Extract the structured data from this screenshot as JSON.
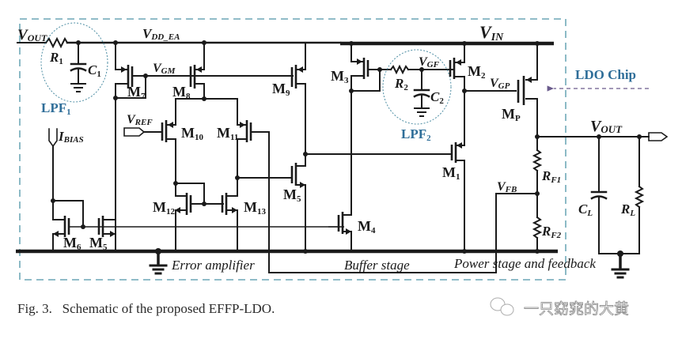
{
  "figure": {
    "caption": "Fig. 3.   Schematic of the proposed EFFP-LDO.",
    "watermark": "一只窈窕的大黄",
    "watermark_icon": "chat-bubbles-icon",
    "colors": {
      "wire": "#1a1a1a",
      "chip_boundary": "#4e95a8",
      "filter_label": "#2f6e99",
      "arrow": "#6a5b8c"
    }
  },
  "nodes": {
    "vout_in": {
      "main": "V",
      "sub": "OUT"
    },
    "vdd_ea": {
      "main": "V",
      "sub": "DD_EA"
    },
    "vgm": {
      "main": "V",
      "sub": "GM"
    },
    "vref": {
      "main": "V",
      "sub": "REF"
    },
    "ibias": {
      "main": "I",
      "sub": "BIAS"
    },
    "vin": {
      "main": "V",
      "sub": "IN"
    },
    "vgf": {
      "main": "V",
      "sub": "GF"
    },
    "vgp": {
      "main": "V",
      "sub": "GP"
    },
    "vfb": {
      "main": "V",
      "sub": "FB"
    },
    "vout": {
      "main": "V",
      "sub": "OUT"
    }
  },
  "transistors": [
    {
      "id": "M7",
      "main": "M",
      "sub": "7"
    },
    {
      "id": "M8",
      "main": "M",
      "sub": "8"
    },
    {
      "id": "M9",
      "main": "M",
      "sub": "9"
    },
    {
      "id": "M10",
      "main": "M",
      "sub": "10"
    },
    {
      "id": "M11",
      "main": "M",
      "sub": "11"
    },
    {
      "id": "M12",
      "main": "M",
      "sub": "12"
    },
    {
      "id": "M13",
      "main": "M",
      "sub": "13"
    },
    {
      "id": "M6",
      "main": "M",
      "sub": "6"
    },
    {
      "id": "M5a",
      "main": "M",
      "sub": "5"
    },
    {
      "id": "M5b",
      "main": "M",
      "sub": "5"
    },
    {
      "id": "M4",
      "main": "M",
      "sub": "4"
    },
    {
      "id": "M3",
      "main": "M",
      "sub": "3"
    },
    {
      "id": "M2",
      "main": "M",
      "sub": "2"
    },
    {
      "id": "M1",
      "main": "M",
      "sub": "1"
    },
    {
      "id": "MP",
      "main": "M",
      "sub": "P"
    }
  ],
  "passives": {
    "r1": {
      "main": "R",
      "sub": "1"
    },
    "c1": {
      "main": "C",
      "sub": "1"
    },
    "r2": {
      "main": "R",
      "sub": "2"
    },
    "c2": {
      "main": "C",
      "sub": "2"
    },
    "rf1": {
      "main": "R",
      "sub": "F1"
    },
    "rf2": {
      "main": "R",
      "sub": "F2"
    },
    "cl": {
      "main": "C",
      "sub": "L"
    },
    "rl": {
      "main": "R",
      "sub": "L"
    }
  },
  "filters": {
    "lpf1": {
      "main": "LPF",
      "sub": "1"
    },
    "lpf2": {
      "main": "LPF",
      "sub": "2"
    }
  },
  "sections": {
    "error_amplifier": "Error amplifier",
    "buffer_stage": "Buffer stage",
    "power_stage": "Power stage and feedback"
  },
  "chip_label": "LDO Chip"
}
